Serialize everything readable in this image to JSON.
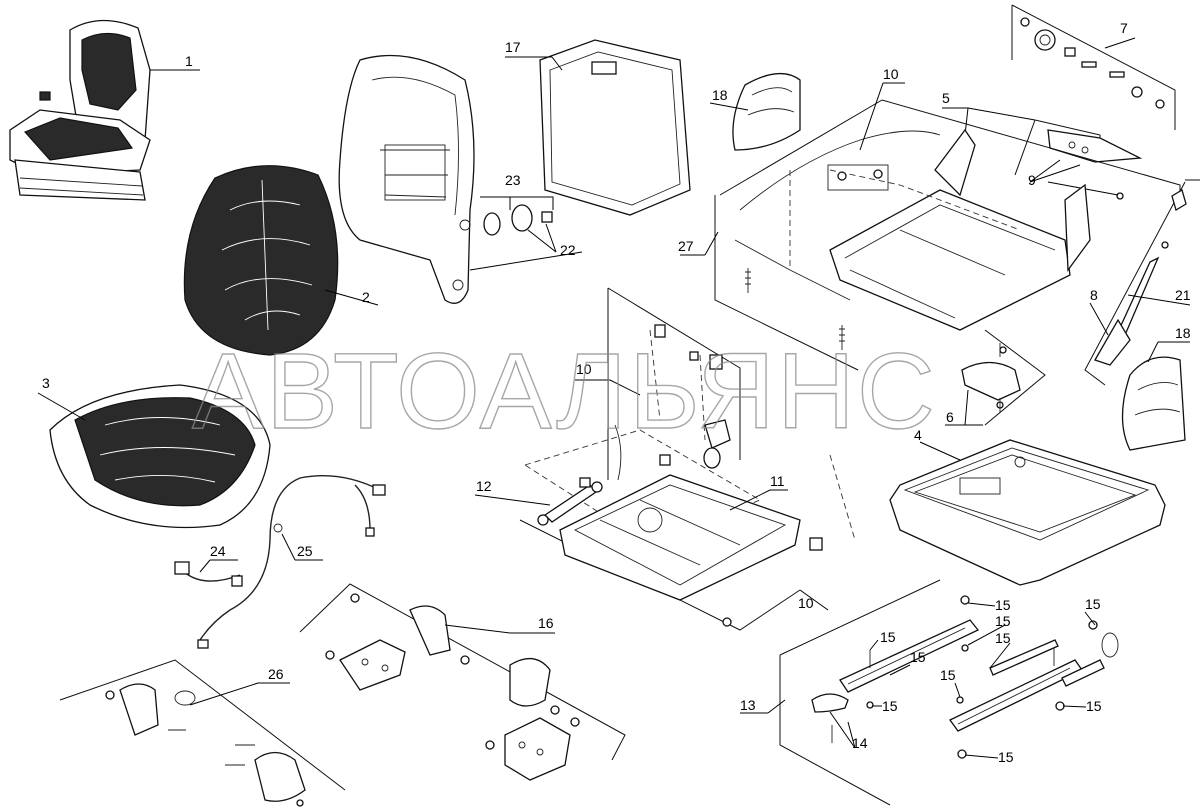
{
  "watermark": "АВТОАЛЬЯНС",
  "callouts": {
    "c1": "1",
    "c2": "2",
    "c3": "3",
    "c4": "4",
    "c5": "5",
    "c6": "6",
    "c7": "7",
    "c8": "8",
    "c9": "9",
    "c10a": "10",
    "c10b": "10",
    "c10c": "10",
    "c11": "11",
    "c12": "12",
    "c13": "13",
    "c14": "14",
    "c15a": "15",
    "c15b": "15",
    "c15c": "15",
    "c15d": "15",
    "c15e": "15",
    "c15f": "15",
    "c15g": "15",
    "c15h": "15",
    "c15i": "15",
    "c15j": "15",
    "c16": "16",
    "c17": "17",
    "c18a": "18",
    "c18b": "18",
    "c21": "21",
    "c22": "22",
    "c23": "23",
    "c24": "24",
    "c25": "25",
    "c26": "26",
    "c27": "27"
  }
}
